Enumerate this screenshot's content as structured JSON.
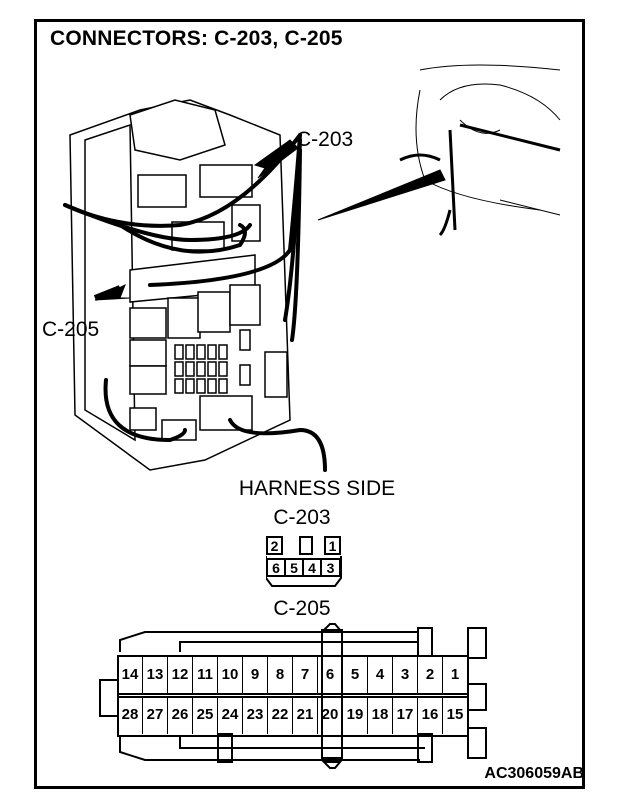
{
  "title": "CONNECTORS: C-203, C-205",
  "callouts": {
    "c203": "C-203",
    "c205": "C-205"
  },
  "harness_side_label": "HARNESS SIDE",
  "connector_c203": {
    "label": "C-203",
    "top_row": [
      "2",
      "",
      "1"
    ],
    "bottom_row": [
      "6",
      "5",
      "4",
      "3"
    ]
  },
  "connector_c205": {
    "label": "C-205",
    "top_row": [
      "14",
      "13",
      "12",
      "11",
      "10",
      "9",
      "8",
      "7",
      "6",
      "5",
      "4",
      "3",
      "2",
      "1"
    ],
    "bottom_row": [
      "28",
      "27",
      "26",
      "25",
      "24",
      "23",
      "22",
      "21",
      "20",
      "19",
      "18",
      "17",
      "16",
      "15"
    ]
  },
  "figure_id": "AC306059AB"
}
